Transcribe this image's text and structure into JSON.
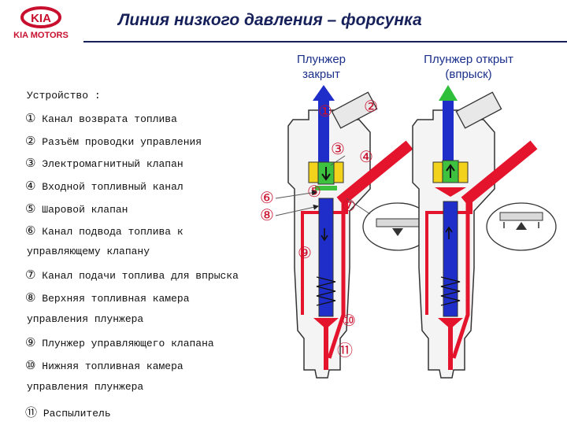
{
  "header": {
    "logo_text": "KIA",
    "logo_subtext": "KIA MOTORS",
    "title": "Линия низкого давления – форсунка"
  },
  "captions": {
    "closed": "Плунжер закрыт",
    "open": "Плунжер открыт (впрыск)"
  },
  "legend": {
    "heading": "Устройство :",
    "items": [
      {
        "num": "①",
        "text": "Канал возврата топлива"
      },
      {
        "num": "②",
        "text": "Разъём проводки управления"
      },
      {
        "num": "③",
        "text": "Электромагнитный клапан"
      },
      {
        "num": "④",
        "text": "Входной топливный канал"
      },
      {
        "num": "⑤",
        "text": "Шаровой клапан"
      },
      {
        "num": "⑥",
        "text": "Канал подвода топлива к"
      },
      {
        "num": "",
        "text": "управляющему клапану"
      },
      {
        "num": "⑦",
        "text": "Канал подачи топлива для впрыска"
      },
      {
        "num": "⑧",
        "text": " Верхняя топливная камера"
      },
      {
        "num": "",
        "text": "управления плунжера"
      },
      {
        "num": "⑨",
        "text": "Плунжер управляющего клапана"
      },
      {
        "num": "⑩",
        "text": "Нижняя топливная камера"
      },
      {
        "num": "",
        "text": "управления плунжера"
      },
      {
        "num": "⑪",
        "text": "Распылитель"
      }
    ]
  },
  "markers": [
    "①",
    "②",
    "③",
    "④",
    "⑤",
    "⑥",
    "⑦",
    "⑧",
    "⑨",
    "⑩",
    "⑪"
  ],
  "colors": {
    "title": "#16205a",
    "logo": "#c8102e",
    "high_pressure": "#e3142b",
    "low_pressure": "#1f2ec9",
    "open_arrow": "#2fbf3a",
    "coil": "#f2d21a",
    "valve_green": "#3ec13e"
  }
}
